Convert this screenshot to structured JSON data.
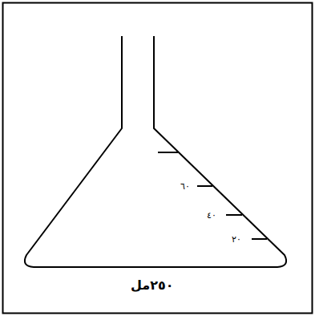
{
  "diagram": {
    "caption": "٢٥٠مل",
    "labels": [
      "٢٠",
      "٤٠",
      "٦٠"
    ]
  }
}
